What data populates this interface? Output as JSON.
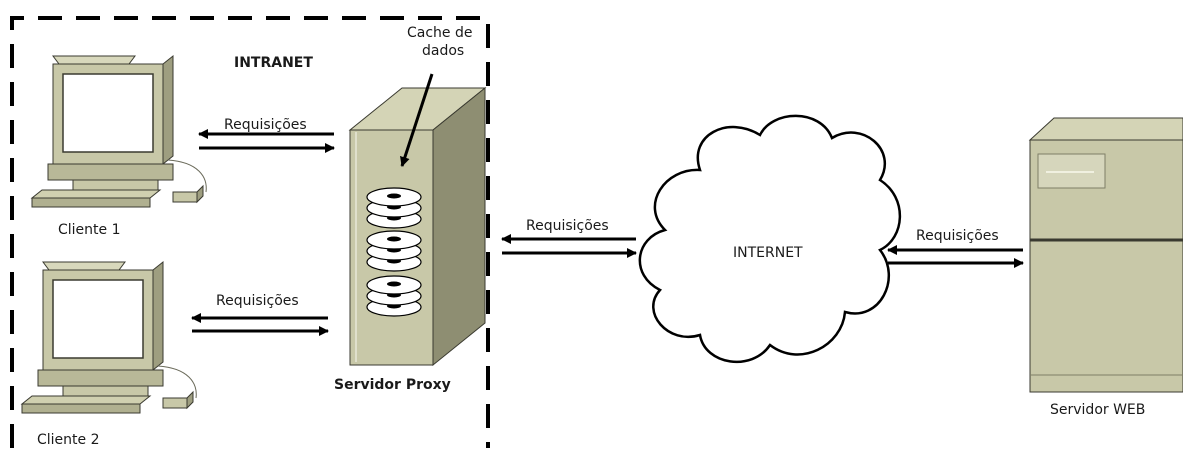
{
  "intranet_label": "INTRANET",
  "internet_label": "INTERNET",
  "cache_label_line1": "Cache de",
  "cache_label_line2": "dados",
  "proxy_label": "Servidor Proxy",
  "web_server_label": "Servidor WEB",
  "client1_label": "Cliente 1",
  "client2_label": "Cliente 2",
  "arrows": [
    {
      "label": "Requisições"
    },
    {
      "label": "Requisições"
    },
    {
      "label": "Requisições"
    },
    {
      "label": "Requisições"
    }
  ],
  "colors": {
    "device_body": "#c8c8a8",
    "device_shade": "#9e9e80",
    "device_dark": "#7e7e66",
    "outline": "#3a3a30",
    "stroke": "#000000"
  }
}
